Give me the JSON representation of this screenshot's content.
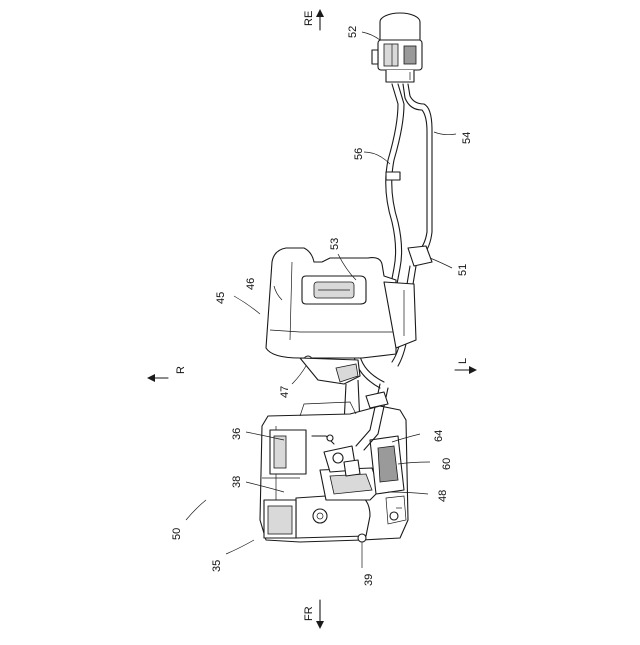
{
  "figure": {
    "direction_labels": {
      "rear": "RE",
      "front": "FR",
      "right": "R",
      "left": "L"
    },
    "reference_numerals": {
      "n35": "35",
      "n36": "36",
      "n38": "38",
      "n39": "39",
      "n45": "45",
      "n46": "46",
      "n47": "47",
      "n48": "48",
      "n50": "50",
      "n51": "51",
      "n52": "52",
      "n53": "53",
      "n54": "54",
      "n56": "56",
      "n60": "60",
      "n64": "64"
    }
  }
}
